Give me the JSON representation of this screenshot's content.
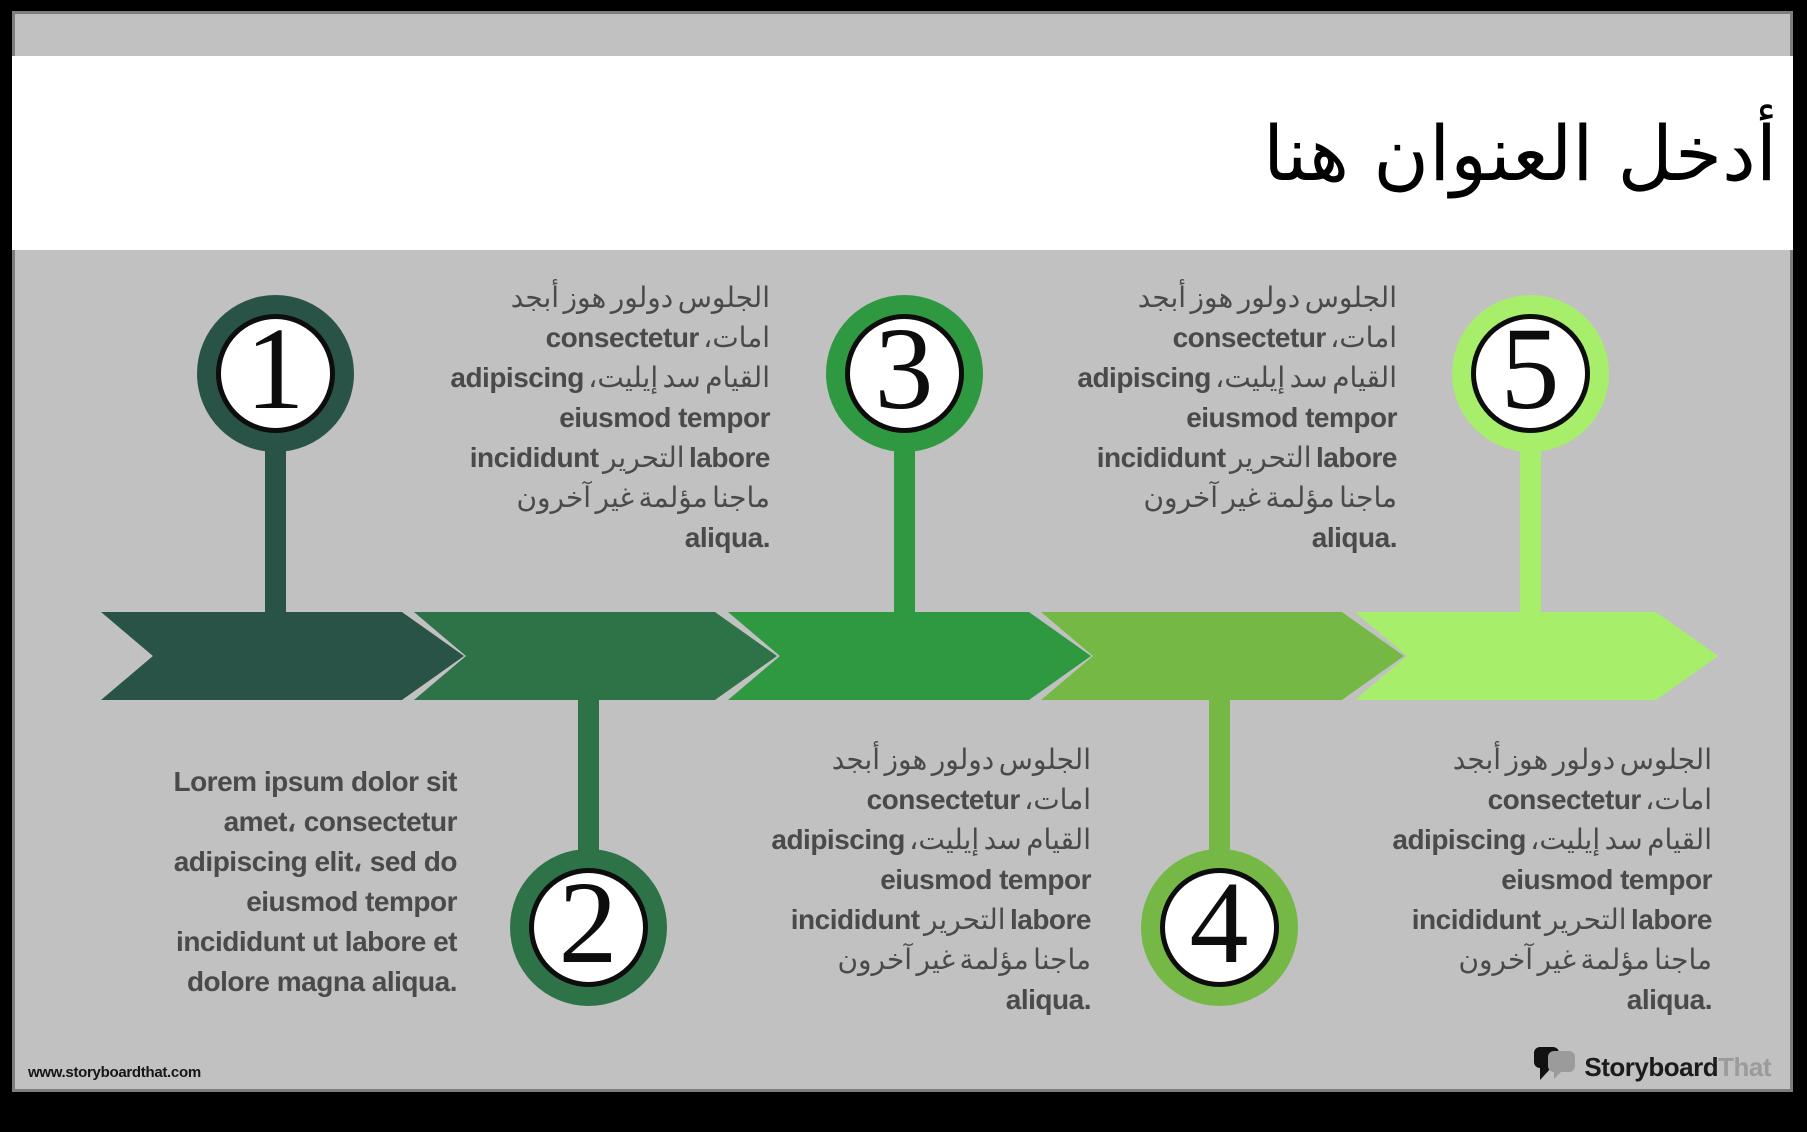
{
  "page": {
    "background": "#c1c1c1",
    "frame_color": "#000000",
    "edge_line_color": "#7e7e7e",
    "title_band_color": "#ffffff"
  },
  "title": {
    "text": "أدخل العنوان هنا",
    "color": "#000000"
  },
  "footer": {
    "url": "www.storyboardthat.com",
    "logo_storyboard": "Storyboard",
    "logo_that": "That",
    "logo_dark_color": "#1b1b1b",
    "logo_gray_color": "#9b9b9b"
  },
  "timeline": {
    "text_color": "#4a4a4a",
    "items": [
      {
        "number": "1",
        "color": "#2a5348",
        "position": "above",
        "text_kind": "lorem"
      },
      {
        "number": "2",
        "color": "#2e7347",
        "position": "below",
        "text_kind": "mixed"
      },
      {
        "number": "3",
        "color": "#2f9941",
        "position": "above",
        "text_kind": "mixed"
      },
      {
        "number": "4",
        "color": "#76b845",
        "position": "below",
        "text_kind": "mixed"
      },
      {
        "number": "5",
        "color": "#a7ee6b",
        "position": "above",
        "text_kind": "mixed"
      }
    ],
    "lorem_lines": [
      "Lorem ipsum dolor sit",
      "amet، consectetur",
      "adipiscing elit، sed do",
      "eiusmod tempor",
      "incididunt ut labore et",
      "dolore magna aliqua."
    ],
    "mixed_lines": [
      [
        {
          "k": "ar",
          "t": "أبجد"
        },
        {
          "k": "ar",
          "t": "هوز"
        },
        {
          "k": "ar",
          "t": "دولور"
        },
        {
          "k": "ar",
          "t": "الجلوس"
        }
      ],
      [
        {
          "k": "la",
          "t": "consectetur"
        },
        {
          "k": "ar",
          "t": "امات،"
        }
      ],
      [
        {
          "k": "la",
          "t": "adipiscing"
        },
        {
          "k": "ar",
          "t": "إيليت،"
        },
        {
          "k": "ar",
          "t": "سد"
        },
        {
          "k": "ar",
          "t": "القيام"
        }
      ],
      [
        {
          "k": "la",
          "t": "eiusmod tempor"
        }
      ],
      [
        {
          "k": "la",
          "t": "incididunt"
        },
        {
          "k": "ar",
          "t": "التحرير"
        },
        {
          "k": "la",
          "t": "labore"
        }
      ],
      [
        {
          "k": "ar",
          "t": "آخرون"
        },
        {
          "k": "ar",
          "t": "غير"
        },
        {
          "k": "ar",
          "t": "مؤلمة"
        },
        {
          "k": "ar",
          "t": "ماجنا"
        }
      ],
      [
        {
          "k": "la",
          "t": "aliqua."
        }
      ]
    ]
  }
}
